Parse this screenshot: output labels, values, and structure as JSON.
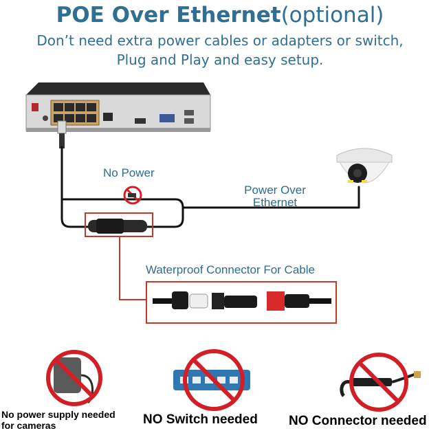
{
  "header": {
    "title_main": "POE Over Ethernet",
    "title_suffix": "(optional)",
    "subtitle_line1": "Don’t need extra power cables or adapters or switch,",
    "subtitle_line2": "Plug and Play and easy setup."
  },
  "diagram": {
    "no_power_label": "No Power",
    "poe_label_line1": "Power Over",
    "poe_label_line2": "Ethernet",
    "connector_label": "Waterproof Connector For Cable"
  },
  "bottom": {
    "no_power_supply_line1": "No power supply needed",
    "no_power_supply_line2": "for cameras",
    "no_switch": "NO Switch needed",
    "no_connector": "NO Connector needed"
  },
  "colors": {
    "title": "#2f6f93",
    "label": "#2b6e93",
    "highlight_red": "#c0392b",
    "prohibit_red": "#d21f26",
    "cable": "#111111"
  }
}
